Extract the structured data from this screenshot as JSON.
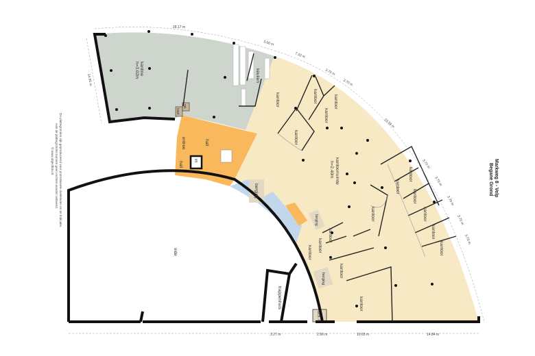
{
  "title": {
    "line1": "Markweg 8 - Velp",
    "line2": "Begane Grond"
  },
  "disclaimer": {
    "line1": "De plattegronden zijn geproduceerd voor promotionele doeleinden en ter indicatie.",
    "line2": "Aan de plattegronden kunnen geen rechten worden ontleend.",
    "line3": "© www.objectfoto.nl"
  },
  "colors": {
    "kantine": "#cdd5cd",
    "hall": "#f9b85c",
    "kantoor": "#f7e9c4",
    "sanitair": "#c2d6ec",
    "berging": "#e2d8c4",
    "wall": "#111111"
  },
  "rooms": {
    "kantine": "kantine",
    "kantine_height": "h=3.02m",
    "keuken": "keuken",
    "mk": "mk",
    "kast": "kast",
    "hall1": "hall",
    "hall2": "hall",
    "entree": "entree",
    "lift": "lift",
    "kantoorruimte": "kantoorruimte",
    "kantoorruimte_height": "h=2.40m",
    "kantoor": "kantoor",
    "berging": "berging",
    "vide": "vide",
    "trappenhuis": "trappenhuis",
    "tech": "tech. r."
  },
  "dimensions": {
    "top": "28.17 m",
    "left": "14.65 m",
    "arc1": "3.60 m",
    "arc2": "7.32 m",
    "arc3": "3.70 m",
    "arc4": "3.70 m",
    "arc5": "15.58 m",
    "arc6": "3.70 m",
    "arc7": "3.70 m",
    "arc8": "3.70 m",
    "arc9": "3.70 m",
    "arc10": "3.70 m",
    "bottom1": "3.27 m",
    "bottom2": "2.96 m",
    "bottom3": "10.65 m",
    "bottom4": "14.84 m"
  }
}
